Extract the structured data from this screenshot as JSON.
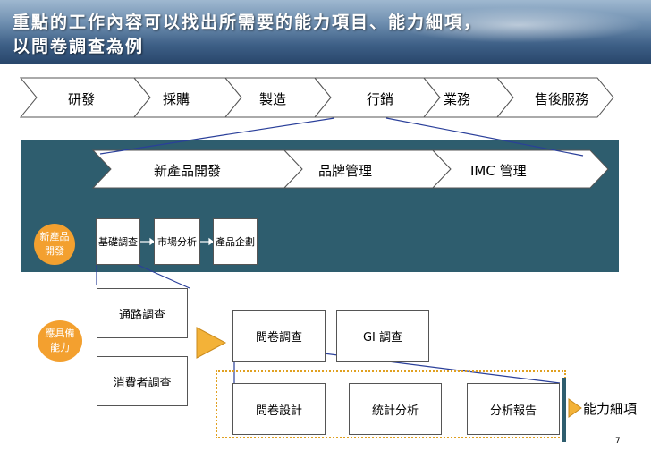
{
  "title": {
    "line1": "重點的工作內容可以找出所需要的能力項目、能力細項，",
    "line2": "以問卷調查為例"
  },
  "value_chain": [
    "研發",
    "採購",
    "製造",
    "行銷",
    "業務",
    "售後服務"
  ],
  "marketing_chain": [
    "新產品開發",
    "品牌管理",
    "IMC 管理"
  ],
  "product_dev": {
    "circle_label": [
      "新產品",
      "開發"
    ],
    "steps": [
      "基礎調查",
      "市場分析",
      "產品企劃"
    ]
  },
  "abilities": {
    "circle_label": [
      "應具備",
      "能力"
    ],
    "channel": "通路調查",
    "consumer": "消費者調查",
    "items": [
      "問卷調查",
      "GI 調查"
    ],
    "details": [
      "問卷設計",
      "統計分析",
      "分析報告"
    ],
    "detail_label": "能力細項"
  },
  "page_number": "7",
  "colors": {
    "panel": "#2e5d6e",
    "accent": "#f3a02f",
    "dotted": "#e0a020"
  }
}
